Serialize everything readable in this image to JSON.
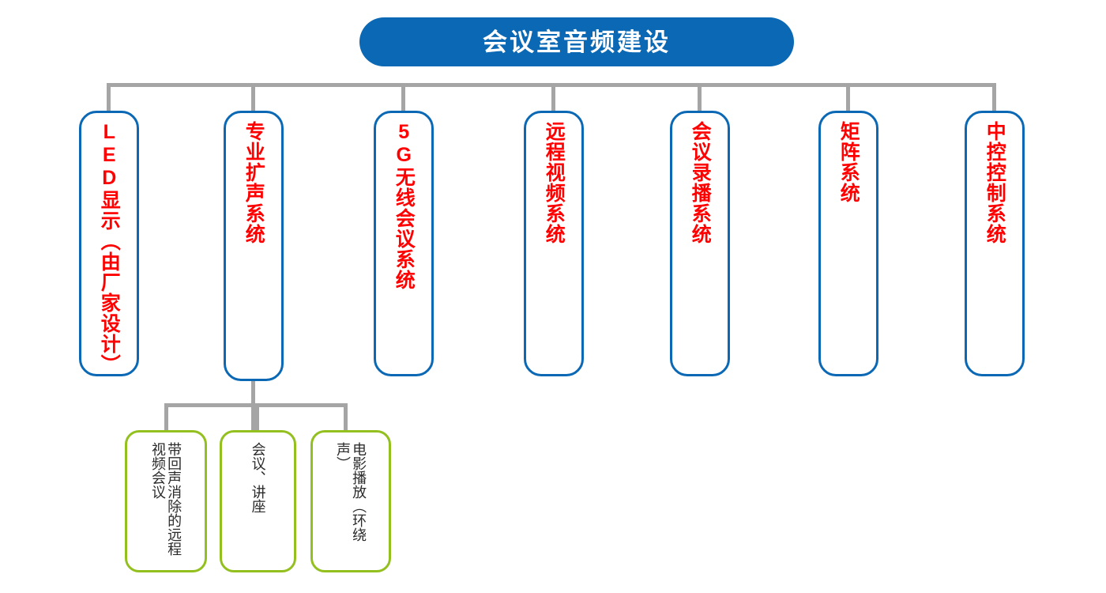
{
  "colors": {
    "primary_blue": "#0a68b4",
    "node_text_red": "#ff0000",
    "leaf_green": "#93c01f",
    "connector_gray": "#a5a5a5",
    "background": "#ffffff",
    "leaf_text": "#2b2b2b"
  },
  "root": {
    "title": "会议室音频建设"
  },
  "level1": [
    {
      "id": "led-display",
      "label": "LED显示（由厂家设计）"
    },
    {
      "id": "pro-sound",
      "label": "专业扩声系统"
    },
    {
      "id": "5g-wireless-conf",
      "label": "5G无线会议系统"
    },
    {
      "id": "remote-video",
      "label": "远程视频系统"
    },
    {
      "id": "conf-recording",
      "label": "会议录播系统"
    },
    {
      "id": "matrix-system",
      "label": "矩阵系统"
    },
    {
      "id": "central-control",
      "label": "中控控制系统"
    }
  ],
  "level2": [
    {
      "id": "aec-remote-video",
      "parent": "pro-sound",
      "label": "带回声消除的远程视频会议"
    },
    {
      "id": "meeting-lecture",
      "parent": "pro-sound",
      "label": "会议、讲座"
    },
    {
      "id": "movie-playback",
      "parent": "pro-sound",
      "label": "电影播放（环绕声）"
    }
  ]
}
